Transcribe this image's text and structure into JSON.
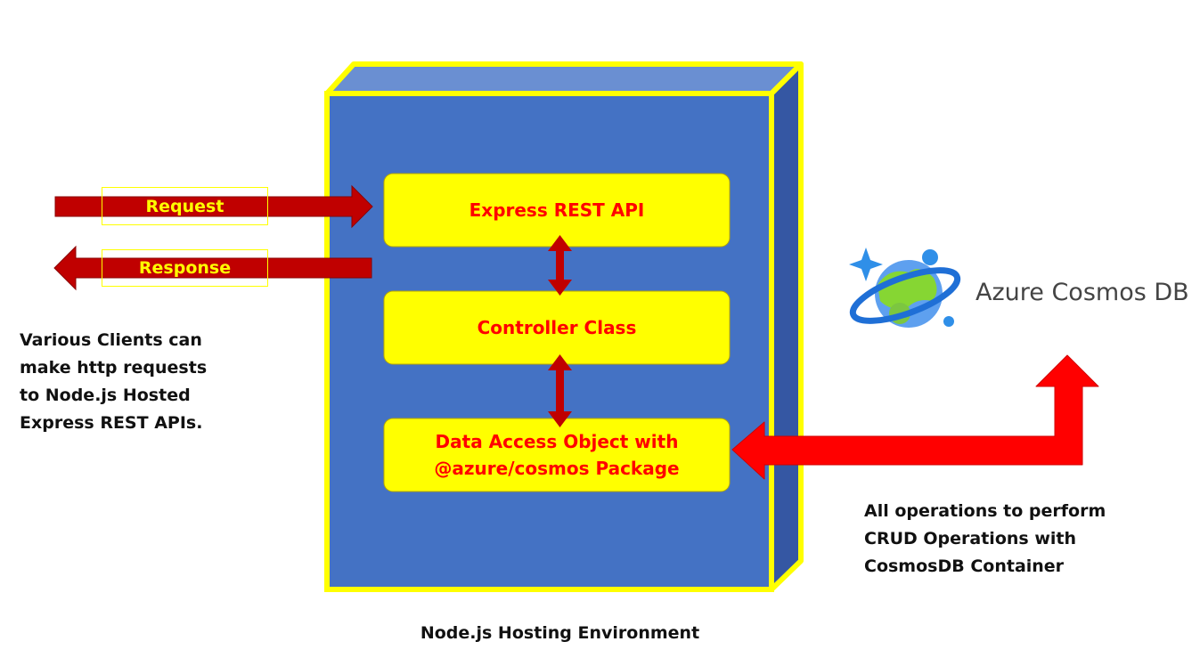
{
  "diagram": {
    "layers": [
      {
        "id": "express",
        "label": "Express REST API"
      },
      {
        "id": "controller",
        "label": "Controller Class"
      },
      {
        "id": "dao",
        "label": "Data Access Object with @azure/cosmos Package"
      }
    ],
    "request_label": "Request",
    "response_label": "Response",
    "clients_note": "Various Clients can\nmake http requests\nto Node.js Hosted\nExpress REST APIs.",
    "crud_note": "All operations to perform\nCRUD Operations with\nCosmosDB Container",
    "hosting_caption": "Node.js Hosting Environment",
    "cosmos_brand": "Azure Cosmos DB",
    "icons": [
      "arrow-right-icon",
      "arrow-left-icon",
      "double-arrow-icon",
      "cosmos-db-logo-icon"
    ],
    "colors": {
      "box_face": "#4472c4",
      "box_border": "#ffff00",
      "layer_fill": "#ffff00",
      "layer_text": "#ff0000",
      "client_arrow": "#c00000",
      "cosmos_arrow": "#ff0000",
      "internal_arrow": "#c00000"
    }
  }
}
